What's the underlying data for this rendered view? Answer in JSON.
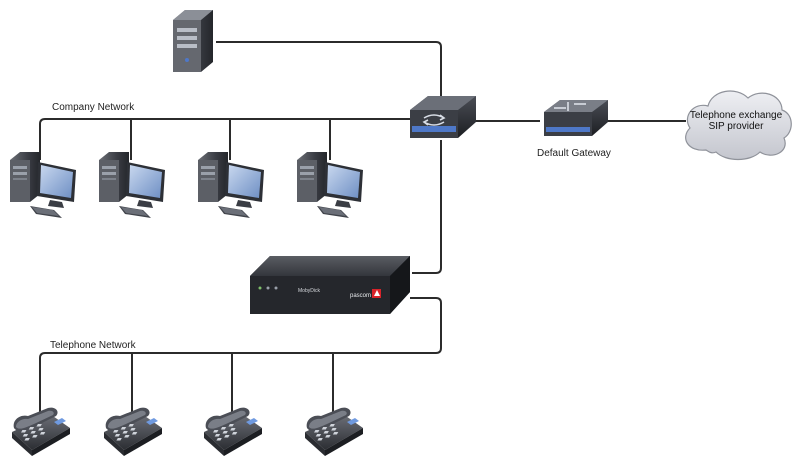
{
  "labels": {
    "company_network": "Company Network",
    "default_gateway": "Default Gateway",
    "telephone_network": "Telephone Network",
    "cloud_line1": "Telephone exchange",
    "cloud_line2": "SIP provider"
  },
  "pbx_device": {
    "model_text": "MobyDick",
    "brand_text": "pascom"
  },
  "icons": [
    "server-icon",
    "switch-icon",
    "router-icon",
    "cloud-icon",
    "workstation-icon",
    "pbx-appliance-icon",
    "desk-phone-icon"
  ],
  "colors": {
    "line": "#2b2b2b",
    "device_dark": "#2a2d33",
    "device_blue": "#4e78c8",
    "brand_red": "#d8232a",
    "cloud_fill": "#dcdde2"
  }
}
